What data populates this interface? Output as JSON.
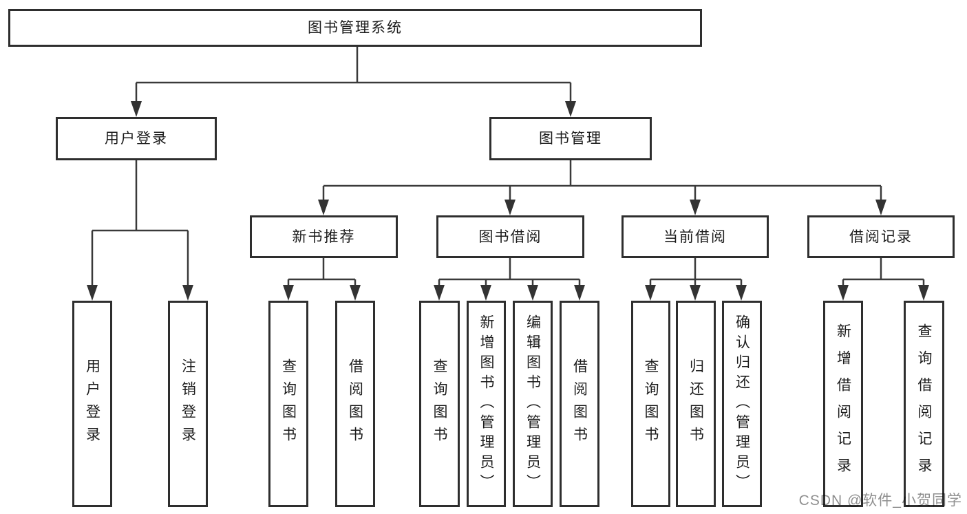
{
  "tree": {
    "root": {
      "label": "图书管理系统"
    },
    "branches": [
      {
        "label": "用户登录",
        "children": [
          {
            "label": "用户登录"
          },
          {
            "label": "注销登录"
          }
        ]
      },
      {
        "label": "图书管理",
        "children": [
          {
            "label": "新书推荐",
            "children": [
              {
                "label": "查询图书"
              },
              {
                "label": "借阅图书"
              }
            ]
          },
          {
            "label": "图书借阅",
            "children": [
              {
                "label": "查询图书"
              },
              {
                "label": "新增图书（管理员）"
              },
              {
                "label": "编辑图书（管理员）"
              },
              {
                "label": "借阅图书"
              }
            ]
          },
          {
            "label": "当前借阅",
            "children": [
              {
                "label": "查询图书"
              },
              {
                "label": "归还图书"
              },
              {
                "label": "确认归还（管理员）"
              }
            ]
          },
          {
            "label": "借阅记录",
            "children": [
              {
                "label": "新增借阅记录"
              },
              {
                "label": "查询借阅记录"
              }
            ]
          }
        ]
      }
    ]
  },
  "watermark": "CSDN @软件_小贺同学",
  "colors": {
    "line": "#3a3a3a",
    "border": "#2e2e2e",
    "text": "#1c1c1c",
    "watermark": "#8f8f8f",
    "background": "#ffffff"
  }
}
